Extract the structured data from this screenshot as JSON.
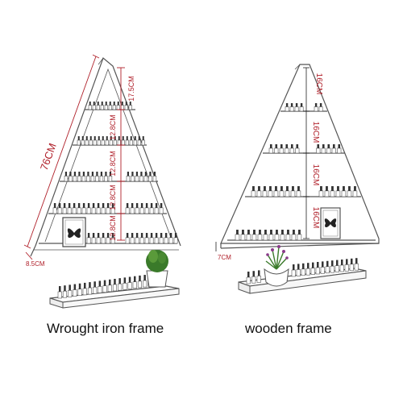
{
  "left_product": {
    "caption": "Wrought iron frame",
    "height_dim": "76CM",
    "depth_dim": "8.5CM",
    "gap_top": "17.5CM",
    "gap_2": "12.8CM",
    "gap_3": "12.8CM",
    "gap_4": "12.8CM",
    "gap_5": "12.8CM"
  },
  "right_product": {
    "caption": "wooden frame",
    "depth_dim": "7CM",
    "gap_top": "16CM",
    "gap_2": "16CM",
    "gap_3": "16CM",
    "gap_4": "16CM"
  },
  "colors": {
    "dimension": "#b0202a",
    "outline": "#555555",
    "bottle": "#333333",
    "plant": "#3a7a2a"
  }
}
